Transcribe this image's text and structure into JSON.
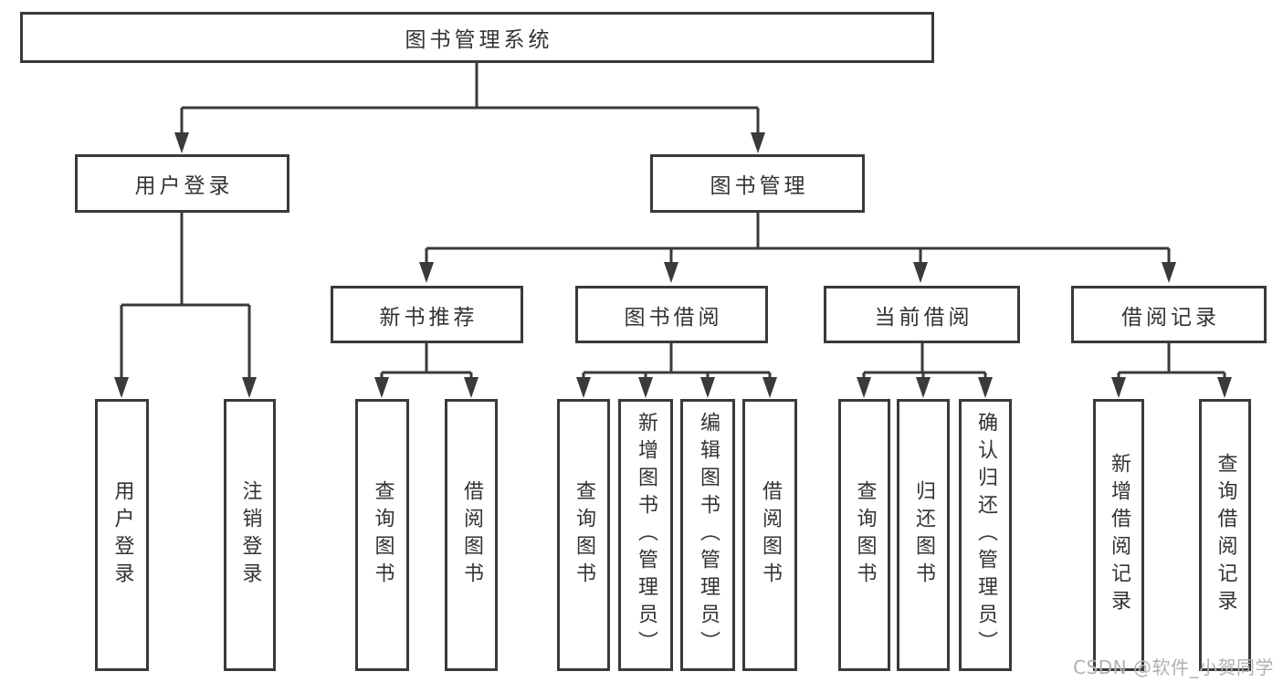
{
  "diagram_type": "hierarchy-tree",
  "colors": {
    "background": "#ffffff",
    "line": "#3a3a3a",
    "box_border": "#3a3a3a",
    "text": "#333333",
    "watermark": "#b0b0b0"
  },
  "tree": {
    "root": "图书管理系统",
    "user_login": {
      "label": "用户登录",
      "children": [
        "用户登录",
        "注销登录"
      ]
    },
    "book_management": {
      "label": "图书管理",
      "children": {
        "new_book": {
          "label": "新书推荐",
          "children": [
            "查询图书",
            "借阅图书"
          ]
        },
        "borrow": {
          "label": "图书借阅",
          "children": [
            "查询图书",
            "新增图书（管理员）",
            "编辑图书（管理员）",
            "借阅图书"
          ]
        },
        "current": {
          "label": "当前借阅",
          "children": [
            "查询图书",
            "归还图书",
            "确认归还（管理员）"
          ]
        },
        "records": {
          "label": "借阅记录",
          "children": [
            "新增借阅记录",
            "查询借阅记录"
          ]
        }
      }
    }
  },
  "watermark": {
    "text": "CSDN @软件_小贺同学"
  }
}
